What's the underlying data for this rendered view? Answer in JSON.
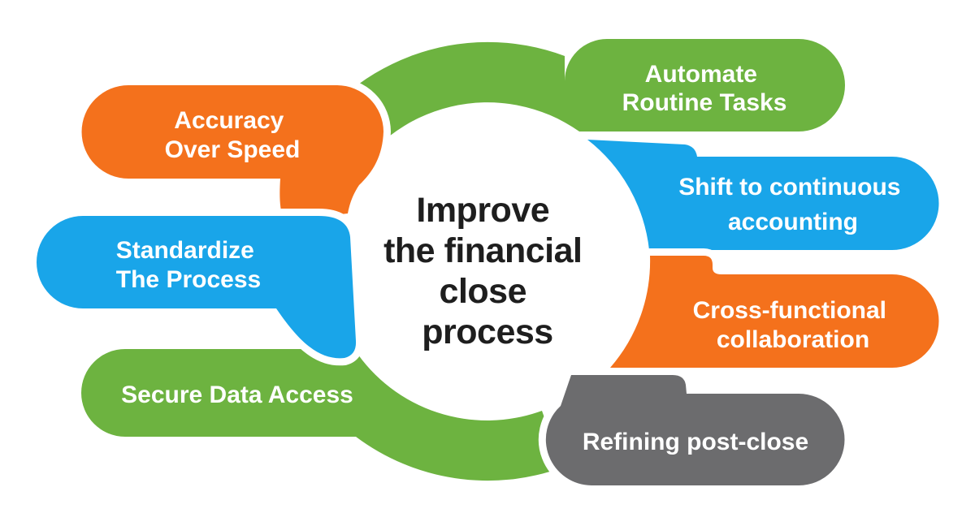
{
  "canvas": {
    "background": "#FFFFFF"
  },
  "colors": {
    "orange": "#F4711C",
    "green": "#6DB340",
    "blue": "#19A5E9",
    "gray": "#6C6C6E",
    "title_text": "#1E1E1E",
    "label_text": "#FFFFFF",
    "white": "#FFFFFF"
  },
  "center": {
    "line1": "Improve",
    "line2": "the financial",
    "line3": "close",
    "line4": "process"
  },
  "bubbles": {
    "accuracy": {
      "line1": "Accuracy",
      "line2": "Over Speed"
    },
    "automate": {
      "line1": "Automate",
      "line2": "Routine Tasks"
    },
    "standardize": {
      "line1": "Standardize",
      "line2": "The Process"
    },
    "shift": {
      "line1": "Shift to continuous",
      "line2": "accounting"
    },
    "secure": {
      "label": "Secure Data Access"
    },
    "cross": {
      "line1": "Cross-functional",
      "line2": "collaboration"
    },
    "refining": {
      "label": "Refining post-close"
    }
  }
}
